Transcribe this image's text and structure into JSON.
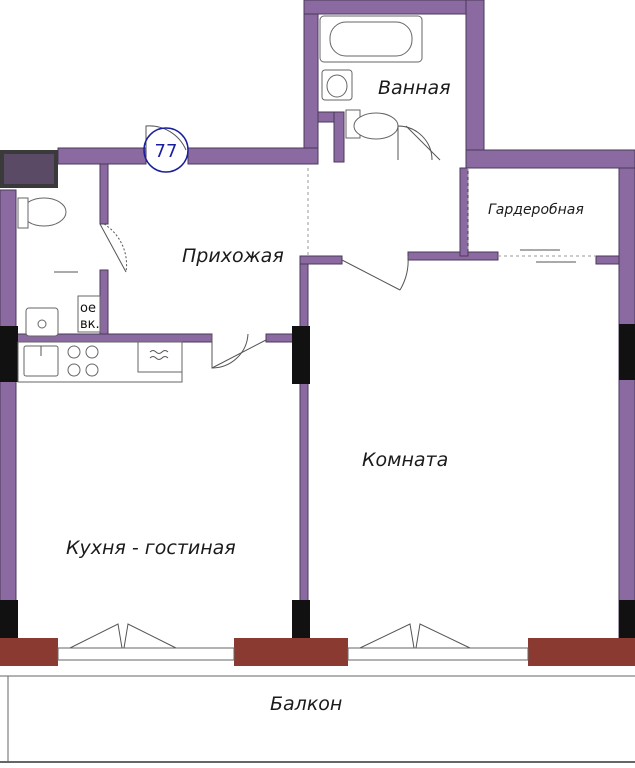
{
  "apartment_number": "77",
  "rooms": {
    "bathroom": "Ванная",
    "wardrobe": "Гардеробная",
    "hallway": "Прихожая",
    "room": "Комната",
    "kitchen_living": "Кухня - гостиная",
    "balcony": "Балкон"
  },
  "appliance_labels": {
    "line1": "ое",
    "line2": "вк."
  },
  "colors": {
    "wall": "#8a6aa0",
    "column": "#111111",
    "balcony_brick": "#8b3a32",
    "apartment_number": "#1a1f9c"
  }
}
